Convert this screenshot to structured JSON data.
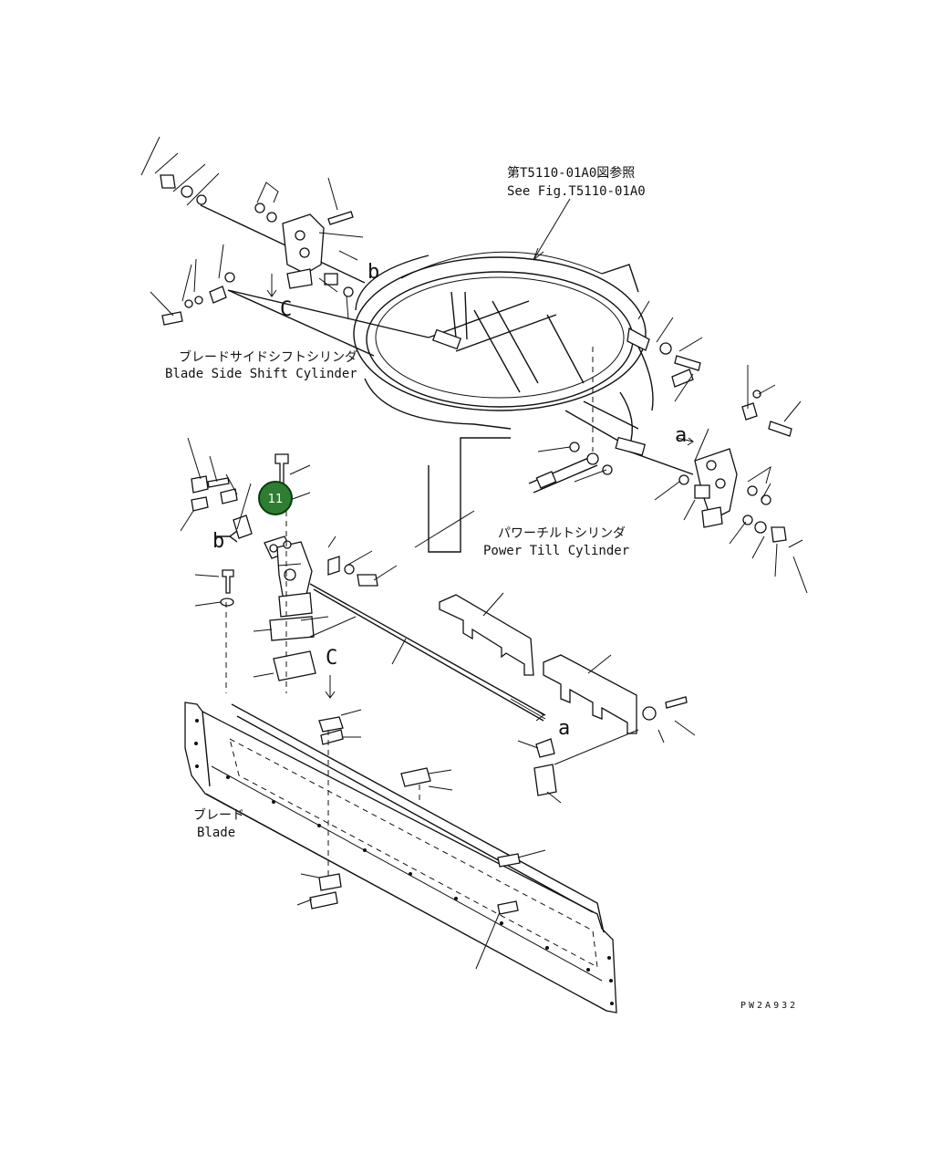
{
  "diagram": {
    "reference_jp": "第T5110-01A0図参照",
    "reference_en": "See Fig.T5110-01A0",
    "shift_cylinder_jp": "ブレードサイドシフトシリンダ",
    "shift_cylinder_en": "Blade Side Shift Cylinder",
    "tilt_cylinder_jp": "パワーチルトシリンダ",
    "tilt_cylinder_en": "Power Till Cylinder",
    "blade_jp": "ブレード",
    "blade_en": "Blade",
    "marker_a_1": "a",
    "marker_a_2": "a",
    "marker_b_1": "b",
    "marker_b_2": "b",
    "marker_c_1": "C",
    "marker_c_2": "C",
    "drawing_code": "PW2A932"
  },
  "hotspot": {
    "label": "11",
    "fill": "#2e7d32",
    "stroke": "#0b3d0b"
  },
  "colors": {
    "line": "#111111",
    "background": "#ffffff"
  }
}
